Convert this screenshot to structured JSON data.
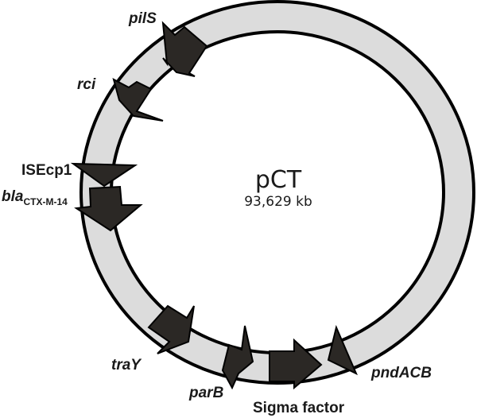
{
  "plasmid": {
    "name": "pCT",
    "size": "93,629 kb"
  },
  "colors": {
    "ring_fill": "#dcdcdc",
    "ring_stroke": "#000000",
    "gene_fill": "#2b2825"
  },
  "genes": [
    {
      "label": "pilS",
      "italic": true
    },
    {
      "label": "rci",
      "italic": true
    },
    {
      "label": "ISEcp1",
      "italic": false
    },
    {
      "label": "bla",
      "subscript": "CTX-M-14",
      "italic": true
    },
    {
      "label": "traY",
      "italic": true
    },
    {
      "label": "parB",
      "italic": true
    },
    {
      "label": "Sigma factor",
      "italic": false
    },
    {
      "label": "pndACB",
      "italic": true
    }
  ]
}
